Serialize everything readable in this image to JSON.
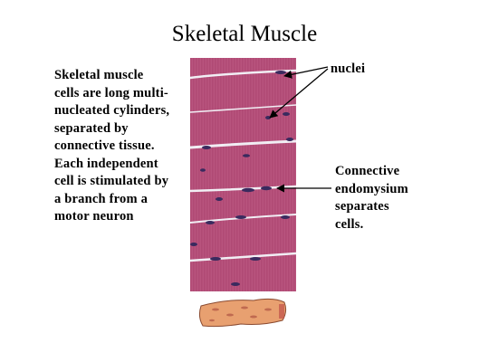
{
  "slide": {
    "title": "Skeletal Muscle",
    "description_lines": [
      "Skeletal muscle",
      "cells are long multi-",
      "nucleated cylinders,",
      "separated by",
      "connective tissue.",
      "Each independent",
      "cell is stimulated by",
      "a branch from a",
      "motor neuron"
    ],
    "labels": {
      "nuclei": "nuclei",
      "connective_lines": [
        "Connective",
        "endomysium",
        "separates",
        "cells."
      ]
    }
  },
  "colors": {
    "tissue": "#b8547e",
    "nucleus": "#3a2a5e",
    "gap": "#f1eef4",
    "cell_drawing": "#e8a070"
  }
}
